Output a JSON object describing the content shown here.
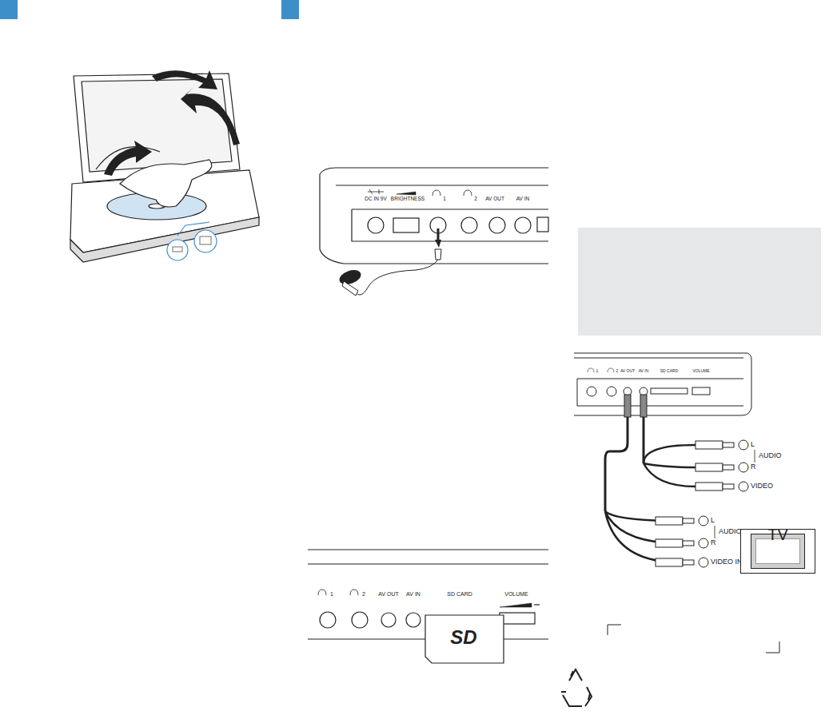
{
  "diagram": {
    "nodes": [
      {
        "text": [
          "TV"
        ]
      }
    ],
    "labels": [
      "DC IN 9V",
      "BRIGHTNESS",
      "1",
      "2",
      "AV OUT",
      "AV IN",
      "1",
      "2",
      "AV OUT",
      "AV IN",
      "SD CARD",
      "VOLUME",
      "SD",
      "1",
      "2",
      "AV OUT",
      "AV IN",
      "SD CARD",
      "VOLUME",
      "L",
      "AUDIO",
      "R",
      "VIDEO",
      "L",
      "AUDIO IN",
      "R",
      "VIDEO IN"
    ]
  }
}
